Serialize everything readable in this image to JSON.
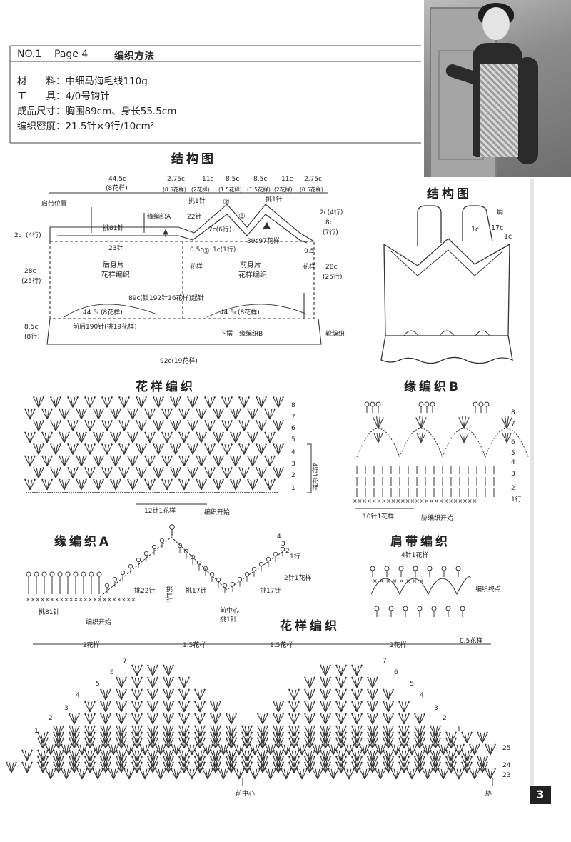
{
  "header": {
    "no": "NO.1",
    "page": "Page 4",
    "method": "编织方法"
  },
  "materials": [
    {
      "label": "材　　料",
      "value": "中细马海毛线110g"
    },
    {
      "label": "工　　具",
      "value": "4/0号钩针"
    },
    {
      "label": "成品尺寸",
      "value": "胸围89cm、身长55.5cm"
    },
    {
      "label": "编织密度",
      "value": "21.5针×9行/10cm²"
    }
  ],
  "titles": {
    "structure_main": "结构图",
    "structure_small": "结构图",
    "pattern_1": "花样编织",
    "edging_b": "缘编织B",
    "edging_a": "缘编织A",
    "strap": "肩带编织",
    "pattern_2": "花样编织"
  },
  "structure": {
    "top_dims": [
      "2.75c",
      "11c",
      "8.5c",
      "8.5c",
      "11c",
      "2.75c"
    ],
    "top_sub": [
      "(0.5花样)",
      "(2花样)",
      "(1.5花样)",
      "(1.5花样)",
      "(2花样)",
      "(0.5花样)"
    ],
    "left_w": "44.5c",
    "left_w2": "(8花样)",
    "strap_pos": "肩带位置",
    "edging_a": "缘编织A",
    "pick22": "22针",
    "pick81": "挑81针",
    "pick23": "23针",
    "pick1a": "挑1针",
    "pick1b": "挑1针",
    "c7": "7c(6行)",
    "c1": "1c(1行)",
    "c39": "39c97花样",
    "c05a": "0.5c",
    "c05b": "0.5",
    "back": "后身片",
    "front": "前身片",
    "pat": "花样编织",
    "pat2": "花样编织",
    "side1": "花样",
    "side2": "花样",
    "c2": "2c",
    "c2r": "(4行)",
    "c2b": "2c(4行)",
    "c8": "8c",
    "c8r": "(7行)",
    "c28": "28c",
    "c28r": "(25行)",
    "c28b": "28c",
    "c28br": "(25行)",
    "c85": "8.5c",
    "c85r": "(8行)",
    "c89": "89c(锁192针16花样)起针",
    "c445a": "44.5c(8花样)",
    "c445b": "44.5c(8花样)",
    "pick190": "前后190针(挑19花样)",
    "hem": "下摆　缘编织B",
    "round": "轮编织",
    "c92": "92c(19花样)",
    "n1": "①",
    "n2": "②",
    "n3": "③"
  },
  "small_structure": {
    "shoulder": "肩",
    "c17": "17c",
    "c1a": "1c",
    "c1b": "1c"
  },
  "pattern1": {
    "rows": [
      "8",
      "7",
      "6",
      "5",
      "4",
      "3",
      "2",
      "1"
    ],
    "bracket": "4行1花样",
    "repeat": "12针1花样",
    "start": "编织开始"
  },
  "edgingB": {
    "rows": [
      "8",
      "7",
      "6",
      "5",
      "4",
      "3",
      "2",
      "1行"
    ],
    "repeat": "10针1花样",
    "start": "胁编织开始"
  },
  "edgingA": {
    "rows": [
      "4",
      "3",
      "2",
      "1行"
    ],
    "pick81": "挑81针",
    "start": "编织开始",
    "pick22": "挑22针",
    "pick1": "挑1针",
    "pick17a": "挑17针",
    "pick17b": "挑17针",
    "center": "前中心",
    "center_pick": "挑1针",
    "repeat": "2针1花样"
  },
  "strap": {
    "repeat": "4针1花样",
    "end": "编织终点"
  },
  "pattern2": {
    "dims": [
      "2花样",
      "1.5花样",
      "1.5花样",
      "2花样",
      "0.5花样"
    ],
    "rows_left": [
      "7",
      "6",
      "5",
      "4",
      "3",
      "2",
      "1"
    ],
    "rows_right": [
      "7",
      "6",
      "5",
      "4",
      "3",
      "2",
      "1"
    ],
    "rows_far": [
      "25",
      "24",
      "23"
    ],
    "center": "前中心",
    "side": "胁"
  },
  "page_number": "3"
}
